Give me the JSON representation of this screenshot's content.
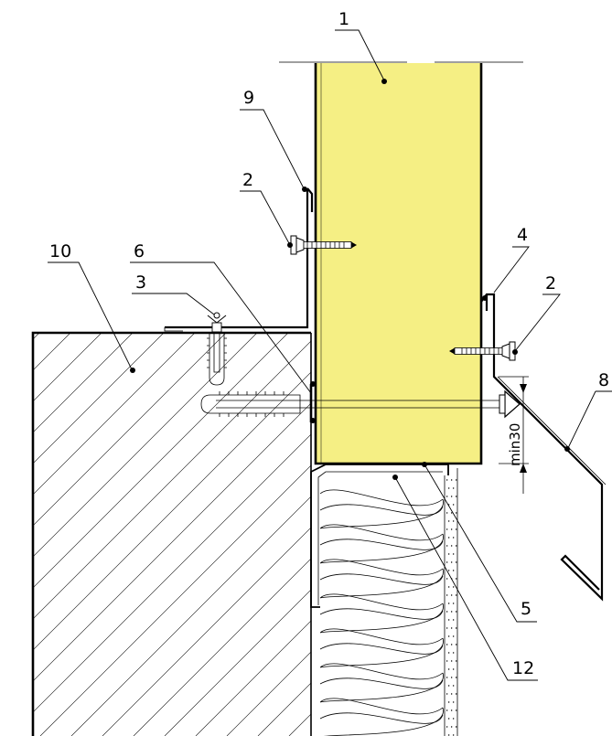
{
  "labels": {
    "l1": "1",
    "l2a": "2",
    "l2b": "2",
    "l3": "3",
    "l4": "4",
    "l5": "5",
    "l6": "6",
    "l8": "8",
    "l9": "9",
    "l10": "10",
    "l12": "12"
  },
  "dimension": "min30",
  "colors": {
    "panel_core": "#f5ef84",
    "line": "#000000",
    "background": "#ffffff"
  },
  "icons": [
    "screw-icon",
    "anchor-dowel-icon",
    "rivet-icon"
  ]
}
